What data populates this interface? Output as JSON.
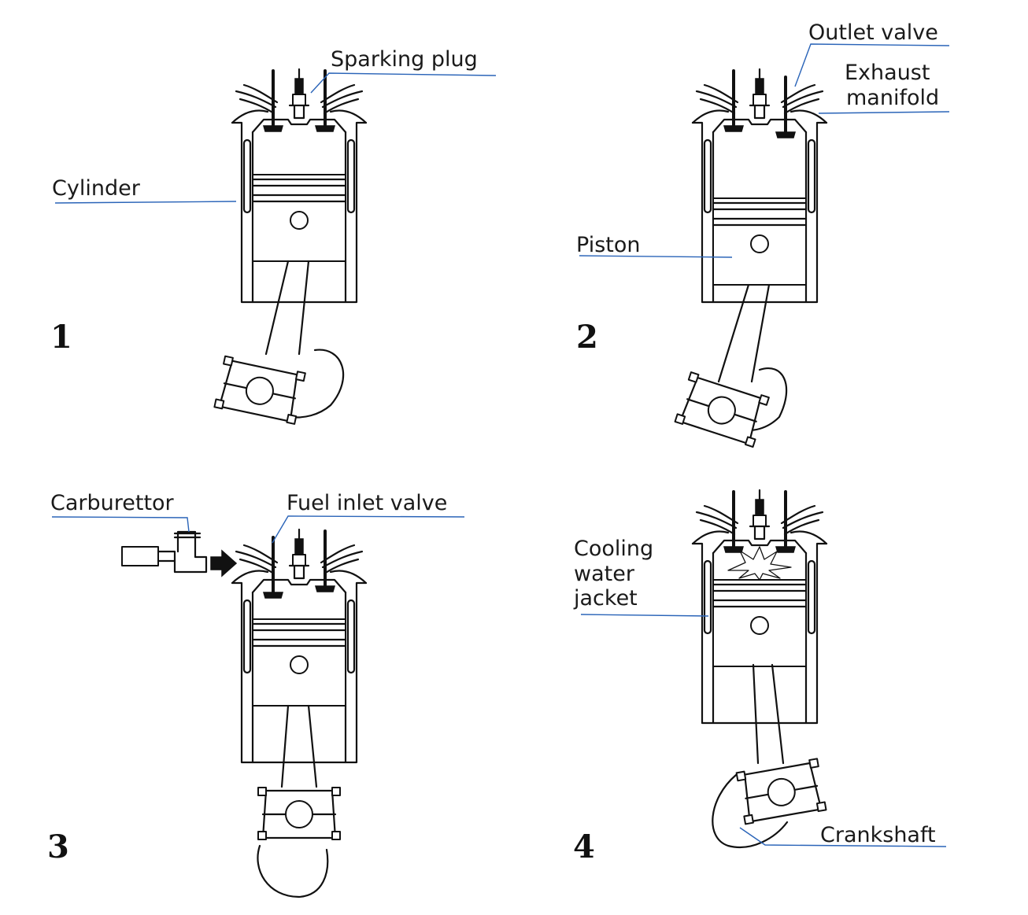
{
  "labels": {
    "sparking_plug": "Sparking plug",
    "cylinder": "Cylinder",
    "outlet_valve": "Outlet valve",
    "exhaust": "Exhaust",
    "manifold": "manifold",
    "piston": "Piston",
    "carburettor": "Carburettor",
    "fuel_inlet_valve": "Fuel inlet valve",
    "cooling": "Cooling",
    "water": "water",
    "jacket": "jacket",
    "crankshaft": "Crankshaft"
  },
  "stages": [
    "1",
    "2",
    "3",
    "4"
  ],
  "colors": {
    "leader_line": "#2a64b8",
    "ink": "#111111"
  }
}
